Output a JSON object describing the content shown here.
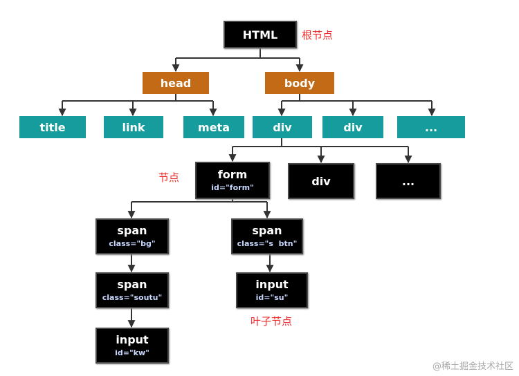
{
  "nodes": {
    "html": {
      "label": "HTML"
    },
    "head": {
      "label": "head"
    },
    "body": {
      "label": "body"
    },
    "title": {
      "label": "title"
    },
    "link": {
      "label": "link"
    },
    "meta": {
      "label": "meta"
    },
    "div1": {
      "label": "div"
    },
    "div2": {
      "label": "div"
    },
    "more1": {
      "label": "..."
    },
    "form": {
      "label": "form",
      "attr": "id=\"form\""
    },
    "div3": {
      "label": "div"
    },
    "more2": {
      "label": "..."
    },
    "span_bg": {
      "label": "span",
      "attr": "class=\"bg\""
    },
    "span_sbtn": {
      "label": "span",
      "attr": "class=\"s  btn\""
    },
    "span_soutu": {
      "label": "span",
      "attr": "class=\"soutu\""
    },
    "input_su": {
      "label": "input",
      "attr": "id=\"su\""
    },
    "input_kw": {
      "label": "input",
      "attr": "id=\"kw\""
    }
  },
  "notes": {
    "root": "根节点",
    "node": "节点",
    "leaf": "叶子节点"
  },
  "watermark": "@稀土掘金技术社区",
  "colors": {
    "element": "#000000",
    "branch": "#c26a16",
    "leaf_head": "#169c9c",
    "annotation": "#ee2a2a",
    "edge": "#333333"
  }
}
